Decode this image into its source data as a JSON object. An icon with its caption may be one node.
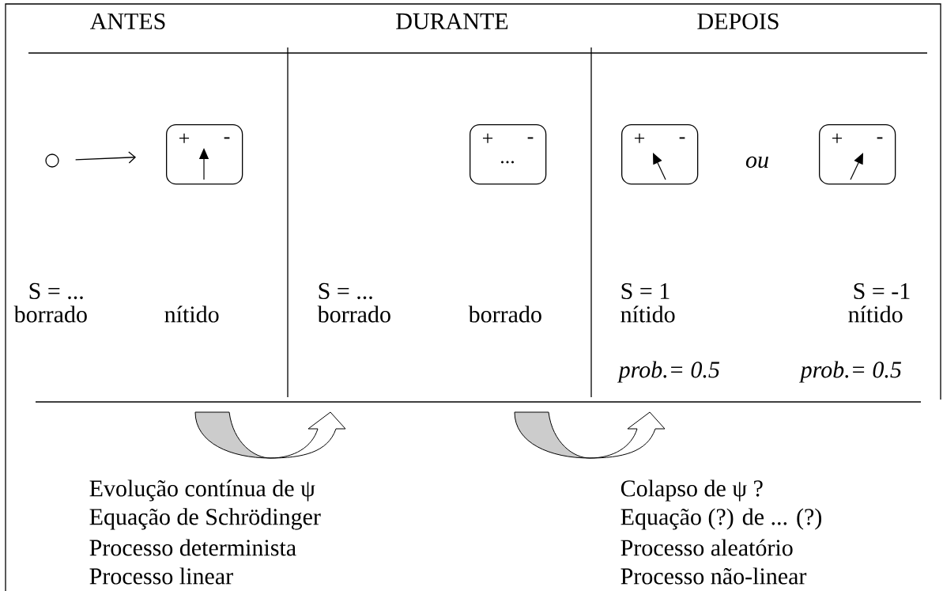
{
  "diagram": {
    "nodes": [
      {
        "text": [],
        "shape": "circle"
      },
      {
        "text": [
          "+",
          "-"
        ]
      },
      {
        "text": [
          "+",
          "-",
          "..."
        ]
      },
      {
        "text": [
          "+",
          "-"
        ]
      },
      {
        "text": [
          "+",
          "-"
        ]
      }
    ],
    "edges": [
      {
        "from": 0,
        "to": 1,
        "arrow": "to"
      }
    ],
    "labels": [
      "ANTES",
      "DURANTE",
      "DEPOIS",
      "ou",
      "S = ...",
      "S = ...",
      "S = 1",
      "S = -1",
      "borrado",
      "nítido",
      "borrado",
      "borrado",
      "nítido",
      "nítido",
      "prob.= 0.5",
      "prob.= 0.5",
      "Evolução contínua de ψ",
      "Equação de Schrödinger",
      "Processo determinista",
      "Processo linear",
      "Colapso de ψ ?",
      "Equação (?) de ... (?)",
      "Processo aleatório",
      "Processo não-linear"
    ]
  }
}
